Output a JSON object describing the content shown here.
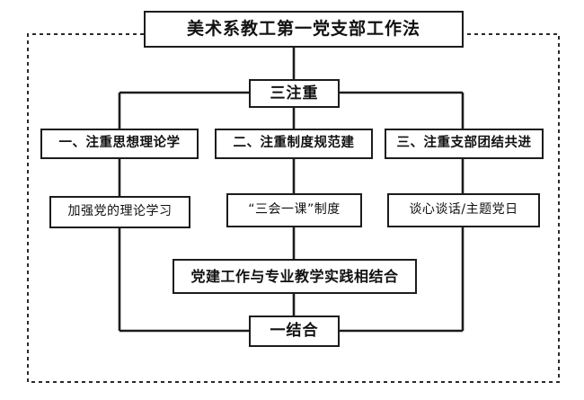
{
  "diagram": {
    "title": "美术系教工第一党支部工作法",
    "hub": "三注重",
    "bottom": "一结合",
    "branches": [
      {
        "label": "一、注重思想理论学",
        "child": "加强党的理论学习"
      },
      {
        "label": "二、注重制度规范建",
        "child": "“三会一课”制度"
      },
      {
        "label": "三、注重支部团结共进",
        "child": "谈心谈话/主题党日"
      }
    ],
    "combined": "党建工作与专业教学实践相结合",
    "colors": {
      "line": "#1c1c1c",
      "box_border": "#1c1c1c",
      "box_fill": "#ffffff",
      "text": "#111111",
      "dashed_border": "#2a2a2a"
    }
  }
}
